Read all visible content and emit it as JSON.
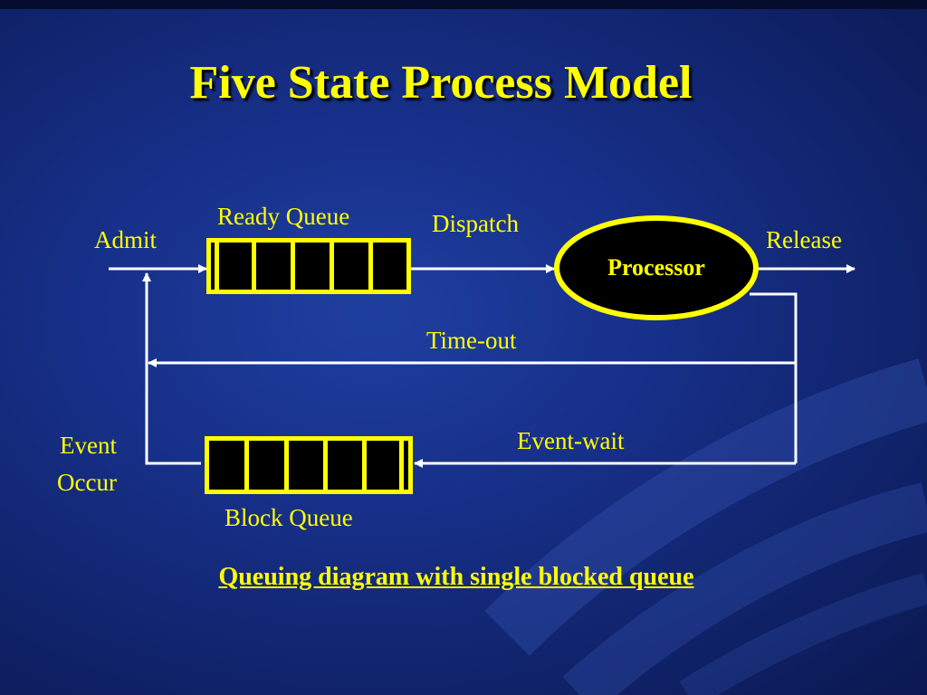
{
  "slide": {
    "title": "Five State Process Model",
    "caption": "Queuing diagram with single blocked queue"
  },
  "diagram": {
    "processor": "Processor",
    "ready_queue": "Ready Queue",
    "block_queue": "Block Queue",
    "admit": "Admit",
    "dispatch": "Dispatch",
    "release": "Release",
    "timeout": "Time-out",
    "event_wait": "Event-wait",
    "event_occur_line1": "Event",
    "event_occur_line2": "Occur"
  },
  "colors": {
    "accent": "#ffff00",
    "line": "#ffffff",
    "background": "#17308a",
    "box_fill": "#000000"
  }
}
